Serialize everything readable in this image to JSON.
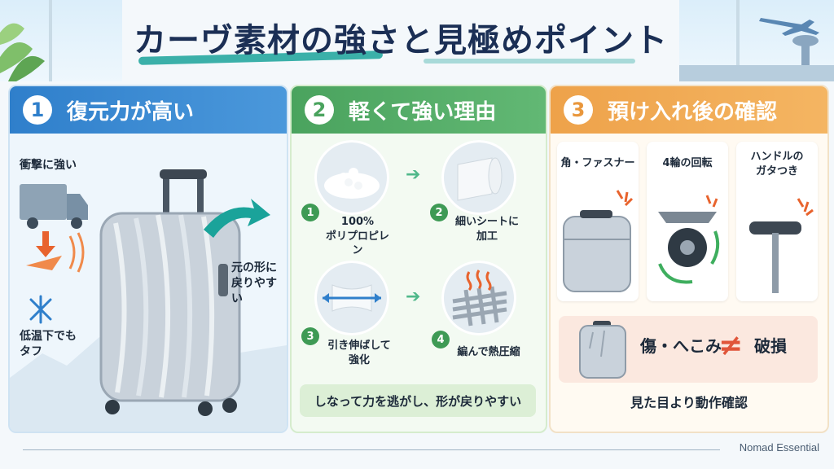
{
  "title": "カーヴ素材の強さと見極めポイント",
  "panel1": {
    "number": "1",
    "heading": "復元力が高い",
    "impact_label": "衝撃に強い",
    "recover_label": "元の形に\n戻りやすい",
    "cold_label": "低温下でも\nタフ"
  },
  "panel2": {
    "number": "2",
    "heading": "軽くて強い理由",
    "steps": [
      {
        "num": "1",
        "label": "100%\nポリプロピレン"
      },
      {
        "num": "2",
        "label": "細いシートに\n加工"
      },
      {
        "num": "3",
        "label": "引き伸ばして\n強化"
      },
      {
        "num": "4",
        "label": "編んで熱圧縮"
      }
    ],
    "summary": "しなって力を逃がし、形が戻りやすい"
  },
  "panel3": {
    "number": "3",
    "heading": "預け入れ後の確認",
    "checks": [
      {
        "label": "角・ファスナー"
      },
      {
        "label": "4輪の回転"
      },
      {
        "label": "ハンドルの\nガタつき"
      }
    ],
    "damage_left": "傷・へこみ",
    "damage_symbol": "≠",
    "damage_right": "破損",
    "note": "見た目より動作確認"
  },
  "footer": "Nomad Essential",
  "colors": {
    "blue": "#2f7fcb",
    "green": "#4aa35e",
    "orange": "#eea24a",
    "navy": "#1b2f55",
    "teal": "#1aa39a"
  }
}
